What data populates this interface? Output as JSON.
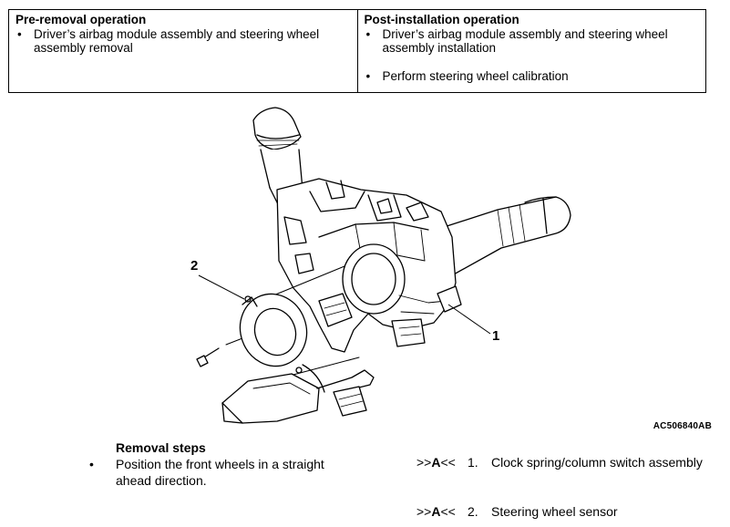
{
  "operations": {
    "pre": {
      "title": "Pre-removal operation",
      "items": [
        "Driver’s airbag module assembly and steering wheel assembly removal"
      ]
    },
    "post": {
      "title": "Post-installation operation",
      "items": [
        "Driver’s airbag module assembly and steering wheel assembly installation",
        "Perform steering wheel calibration"
      ]
    },
    "bullet": "•"
  },
  "figure": {
    "callouts": [
      "2",
      "1"
    ],
    "code": "AC506840AB"
  },
  "removal": {
    "heading": "Removal steps",
    "note": "Position the front wheels in a straight ahead direction.",
    "steps": [
      {
        "ref_prefix": ">>",
        "ref_letter": "A",
        "ref_suffix": "<<",
        "number": "1.",
        "label": "Clock spring/column switch assembly"
      },
      {
        "ref_prefix": ">>",
        "ref_letter": "A",
        "ref_suffix": "<<",
        "number": "2.",
        "label": "Steering wheel sensor"
      }
    ]
  }
}
